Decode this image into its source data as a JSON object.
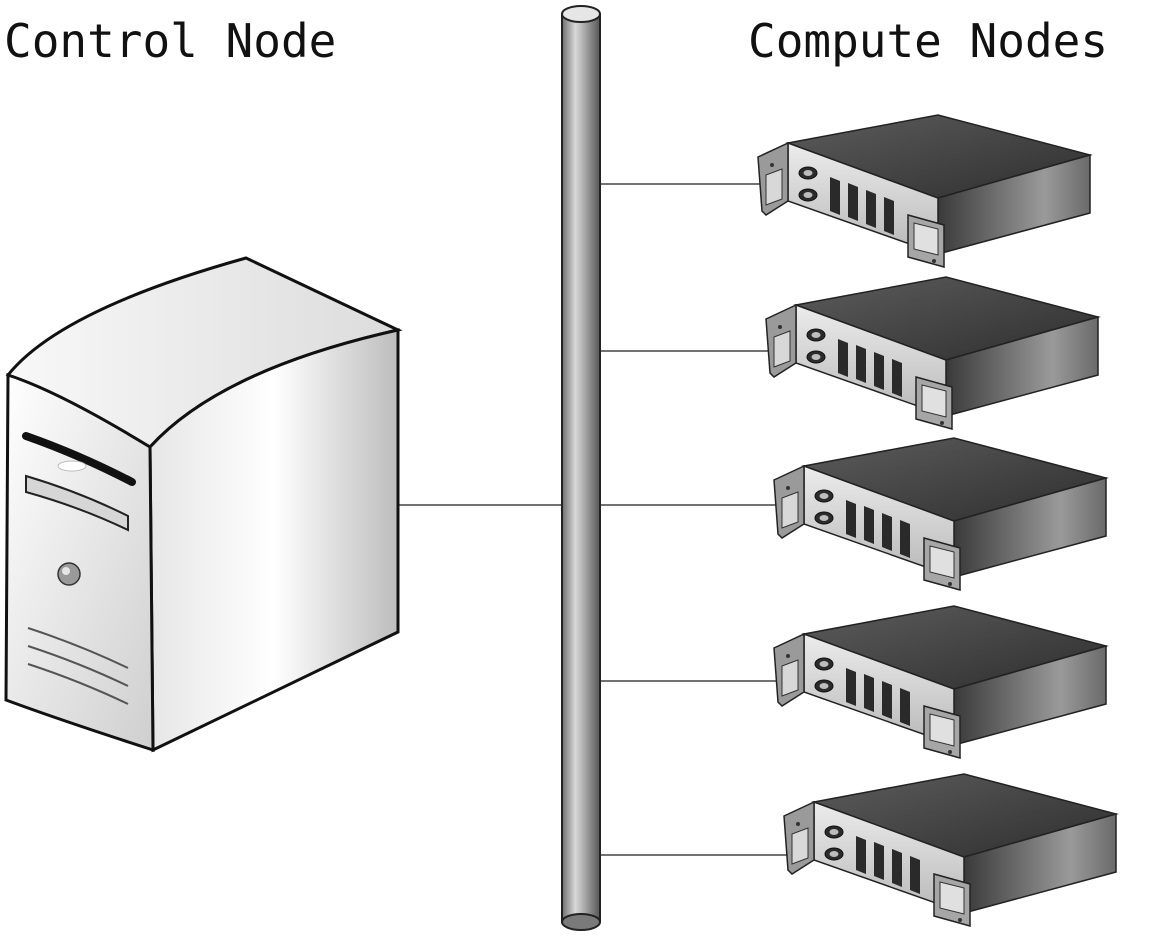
{
  "labels": {
    "control_node": "Control Node",
    "compute_nodes": "Compute Nodes"
  },
  "diagram": {
    "control_node": {
      "icon": "tower-server-icon"
    },
    "network_bus": {
      "icon": "network-backbone-pipe"
    },
    "compute_nodes": [
      {
        "icon": "rack-server-icon"
      },
      {
        "icon": "rack-server-icon"
      },
      {
        "icon": "rack-server-icon"
      },
      {
        "icon": "rack-server-icon"
      },
      {
        "icon": "rack-server-icon"
      }
    ]
  },
  "colors": {
    "line": "#444444",
    "pipe": "#9a9a9a",
    "server_dark": "#3c3c3c",
    "tower_light": "#f2f2f2"
  }
}
